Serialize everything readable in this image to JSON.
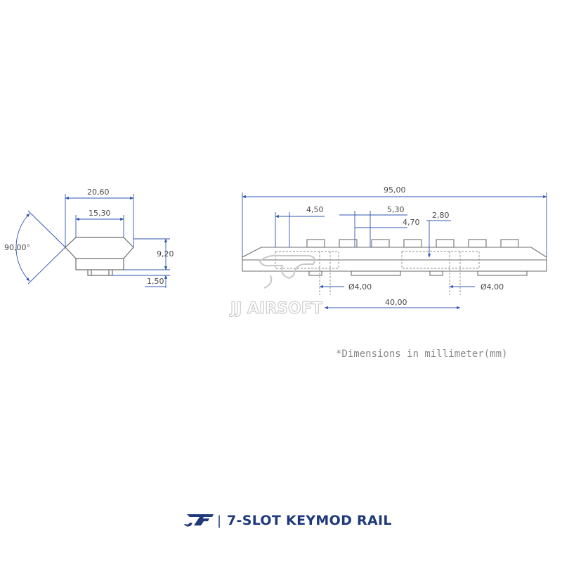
{
  "dimensions": {
    "top_width_outer": "20,60",
    "top_width_inner": "15,30",
    "angle": "90,00°",
    "height": "9,20",
    "base_height": "1,50",
    "total_length": "95,00",
    "slot_width": "4,50",
    "slot_spacing_a": "5,30",
    "slot_spacing_b": "4,70",
    "offset": "2,80",
    "hole_diameter_left": "Ø4,00",
    "hole_diameter_right": "Ø4,00",
    "hole_spacing": "40,00"
  },
  "note": "*Dimensions in millimeter(mm)",
  "watermark": "JJ AIRSOFT",
  "caption": {
    "separator": "|",
    "title": "7-SLOT KEYMOD RAIL"
  },
  "colors": {
    "dimension_lines": "#2f55b0",
    "outline": "#6e6e6e",
    "brand": "#1f3a7a"
  }
}
